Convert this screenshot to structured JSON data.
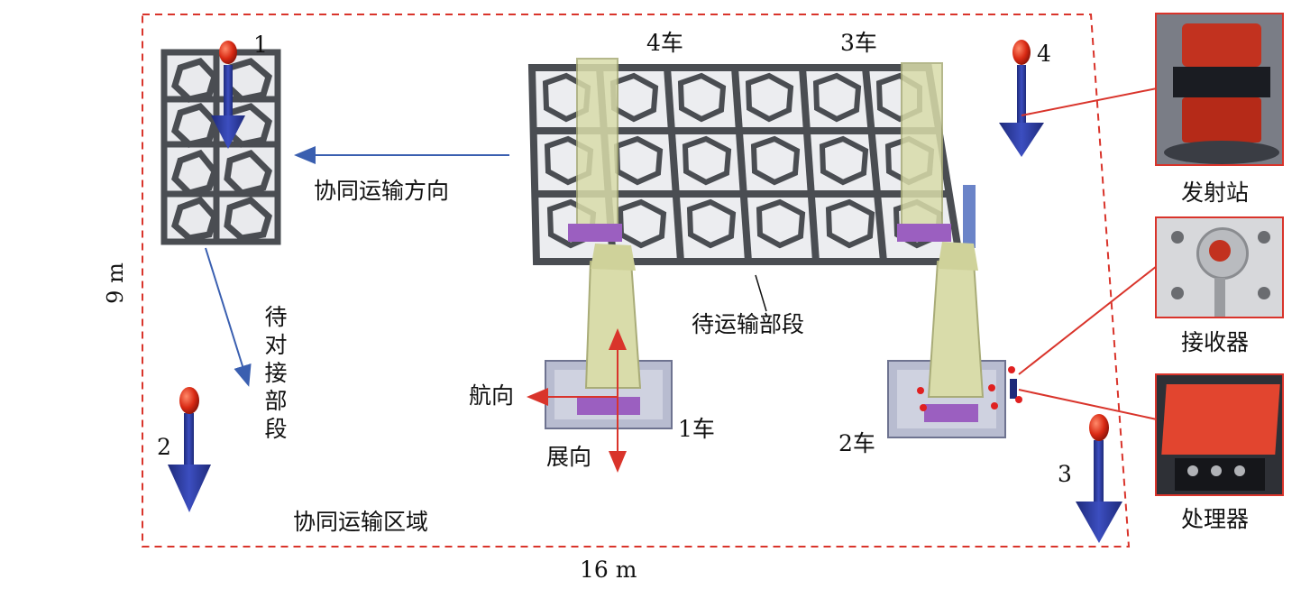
{
  "area": {
    "width_label": "16 m",
    "height_label": "9 m",
    "region_label": "协同运输区域"
  },
  "labels": {
    "transport_direction": "协同运输方向",
    "segment_to_transport": "待运输部段",
    "segment_to_dock": "待对接部段",
    "heading": "航向",
    "span": "展向"
  },
  "vehicles": [
    "1车",
    "2车",
    "3车",
    "4车"
  ],
  "stations": [
    "1",
    "2",
    "3",
    "4"
  ],
  "devices": {
    "transmitter": "发射站",
    "receiver": "接收器",
    "processor": "处理器"
  },
  "colors": {
    "boundary": "#d9342b",
    "blue_arrow": "#3a5fb0",
    "red_arrow": "#d9342b",
    "station_arrow": "#2b3a8f",
    "frame": "#4a4d52",
    "pillar": "#d9dcaa"
  }
}
